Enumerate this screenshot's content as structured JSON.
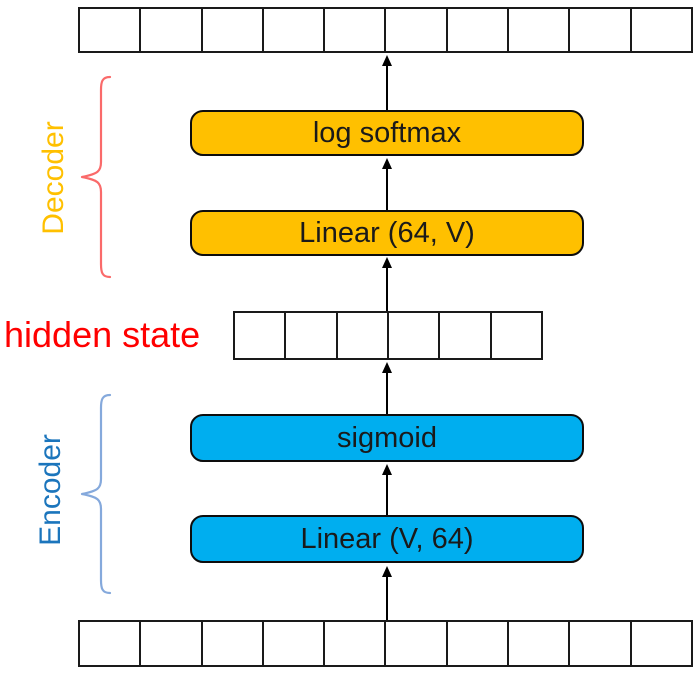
{
  "diagram": {
    "output_vector": {
      "cells": 10
    },
    "input_vector": {
      "cells": 10
    },
    "hidden_state": {
      "label": "hidden state",
      "label_color": "#FF0000",
      "cells": 6
    },
    "decoder": {
      "label": "Decoder",
      "label_color": "#FFC000",
      "brace_color": "#FA6A6A",
      "layers": [
        {
          "label": "log softmax",
          "fill": "#FFC000"
        },
        {
          "label": "Linear (64, V)",
          "fill": "#FFC000"
        }
      ]
    },
    "encoder": {
      "label": "Encoder",
      "label_color": "#1B75BC",
      "brace_color": "#85A9DC",
      "layers": [
        {
          "label": "sigmoid",
          "fill": "#00AEEF"
        },
        {
          "label": "Linear (V, 64)",
          "fill": "#00AEEF"
        }
      ]
    }
  }
}
